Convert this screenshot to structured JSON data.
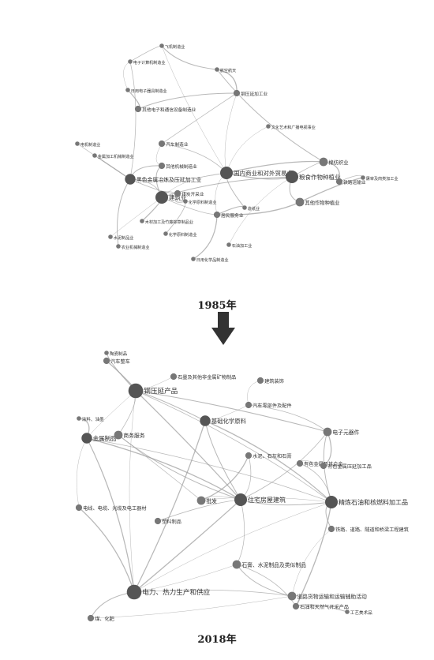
{
  "figure": {
    "year_top": "1985年",
    "year_bottom": "2018年"
  },
  "network_1985": {
    "nodes": [
      {
        "id": "n1",
        "label": "飞机制造业",
        "w": 1
      },
      {
        "id": "n2",
        "label": "电子计算机制造业",
        "w": 1
      },
      {
        "id": "n3",
        "label": "航空航天",
        "w": 1
      },
      {
        "id": "n4",
        "label": "日用电子器具制造业",
        "w": 1
      },
      {
        "id": "n5",
        "label": "其他电子和通信设备制造业",
        "w": 2
      },
      {
        "id": "n6",
        "label": "钢压延加工业",
        "w": 2
      },
      {
        "id": "n7",
        "label": "文化艺术和广播电视事业",
        "w": 1
      },
      {
        "id": "n8",
        "label": "汽车制造业",
        "w": 2
      },
      {
        "id": "n9",
        "label": "电机制造业",
        "w": 1
      },
      {
        "id": "n10",
        "label": "金属加工机械制造业",
        "w": 1
      },
      {
        "id": "n11",
        "label": "其他机械制造业",
        "w": 2
      },
      {
        "id": "n12",
        "label": "黑色金属冶炼及压延加工业",
        "w": 4
      },
      {
        "id": "n13",
        "label": "国内商业和对外贸易业",
        "w": 5
      },
      {
        "id": "n14",
        "label": "粮食作物种植业",
        "w": 5
      },
      {
        "id": "n15",
        "label": "棉纺织业",
        "w": 3
      },
      {
        "id": "n16",
        "label": "建筑业",
        "w": 5
      },
      {
        "id": "n17",
        "label": "铁路运输业",
        "w": 2
      },
      {
        "id": "n18",
        "label": "其他作物种植业",
        "w": 3
      },
      {
        "id": "n19",
        "label": "煤炭开采业",
        "w": 2
      },
      {
        "id": "n20",
        "label": "居民服务业",
        "w": 2
      },
      {
        "id": "n21",
        "label": "化学原料制造业",
        "w": 1
      },
      {
        "id": "n22",
        "label": "造纸业",
        "w": 1
      },
      {
        "id": "n23",
        "label": "屠宰及肉类加工业",
        "w": 1
      },
      {
        "id": "n24",
        "label": "木材加工及竹藤棕草制品业",
        "w": 1
      },
      {
        "id": "n25",
        "label": "水泥制品业",
        "w": 1
      },
      {
        "id": "n26",
        "label": "化学原料制造业",
        "w": 1
      },
      {
        "id": "n27",
        "label": "农业机械制造业",
        "w": 1
      },
      {
        "id": "n28",
        "label": "日用化学品制造业",
        "w": 1
      },
      {
        "id": "n29",
        "label": "石油加工业",
        "w": 1
      }
    ]
  },
  "network_2018": {
    "nodes": [
      {
        "id": "m1",
        "label": "钢压延产品",
        "w": 6
      },
      {
        "id": "m2",
        "label": "金属制品",
        "w": 4
      },
      {
        "id": "m3",
        "label": "商务服务",
        "w": 3
      },
      {
        "id": "m4",
        "label": "基础化学原料",
        "w": 4
      },
      {
        "id": "m5",
        "label": "汽车零部件及配件",
        "w": 2
      },
      {
        "id": "m6",
        "label": "电子元器件",
        "w": 3
      },
      {
        "id": "m7",
        "label": "有色金属及其合金",
        "w": 2
      },
      {
        "id": "m8",
        "label": "住宅房屋建筑",
        "w": 5
      },
      {
        "id": "m9",
        "label": "精炼石油和核燃料加工品",
        "w": 5
      },
      {
        "id": "m10",
        "label": "电力、热力生产和供应",
        "w": 6
      },
      {
        "id": "m11",
        "label": "批发",
        "w": 3
      },
      {
        "id": "m12",
        "label": "铁路、道路、隧道和桥梁工程建筑",
        "w": 2
      },
      {
        "id": "m13",
        "label": "石油和天然气开采产品",
        "w": 2
      },
      {
        "id": "m14",
        "label": "石膏、水泥制品及类似制品",
        "w": 3
      },
      {
        "id": "m15",
        "label": "道路货物运输和运输辅助活动",
        "w": 3
      },
      {
        "id": "m16",
        "label": "电线、电缆、光缆及电工器材",
        "w": 2
      },
      {
        "id": "m17",
        "label": "煤、化肥",
        "w": 2
      },
      {
        "id": "m18",
        "label": "建筑装饰",
        "w": 2
      },
      {
        "id": "m19",
        "label": "水泥、石灰和石膏",
        "w": 2
      },
      {
        "id": "m20",
        "label": "陶瓷制品",
        "w": 1
      },
      {
        "id": "m21",
        "label": "涂料、油墨",
        "w": 1
      },
      {
        "id": "m22",
        "label": "石墨及其他非金属矿物制品",
        "w": 2
      },
      {
        "id": "m23",
        "label": "塑料制品",
        "w": 2
      },
      {
        "id": "m24",
        "label": "有色金属压延加工品",
        "w": 2
      },
      {
        "id": "m25",
        "label": "工艺美术品",
        "w": 1
      },
      {
        "id": "m26",
        "label": "汽车整车",
        "w": 2
      }
    ]
  }
}
